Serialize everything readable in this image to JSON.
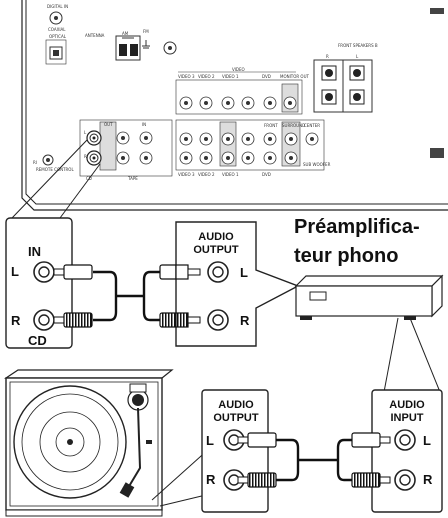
{
  "panel": {
    "digital_in": "DIGITAL IN",
    "coaxial": "COAXIAL",
    "optical": "OPTICAL",
    "antenna": "ANTENNA",
    "am": "AM",
    "fm": "FM",
    "video": "VIDEO",
    "video1": "VIDEO 1",
    "video2": "VIDEO 2",
    "video3": "VIDEO 3",
    "dvd": "DVD",
    "monitor_out": "MONITOR OUT",
    "front_speakers_b": "FRONT SPEAKERS B",
    "in": "IN",
    "out": "OUT",
    "tape": "TAPE",
    "cd": "CD",
    "ri": "RI",
    "remote_control": "REMOTE CONTROL",
    "front": "FRONT",
    "surround": "SURROUND",
    "center": "CENTER",
    "sub_woofer": "SUB WOOFER",
    "l": "L",
    "r": "R"
  },
  "cd_jack": {
    "in_label": "IN",
    "left": "L",
    "right": "R",
    "source": "CD"
  },
  "phono_output": {
    "title_line1": "AUDIO",
    "title_line2": "OUTPUT",
    "left": "L",
    "right": "R"
  },
  "preamp": {
    "line1": "Préamplifica-",
    "line2": "teur phono"
  },
  "turntable_output": {
    "title_line1": "AUDIO",
    "title_line2": "OUTPUT",
    "left": "L",
    "right": "R"
  },
  "preamp_input": {
    "title_line1": "AUDIO",
    "title_line2": "INPUT",
    "left": "L",
    "right": "R"
  }
}
